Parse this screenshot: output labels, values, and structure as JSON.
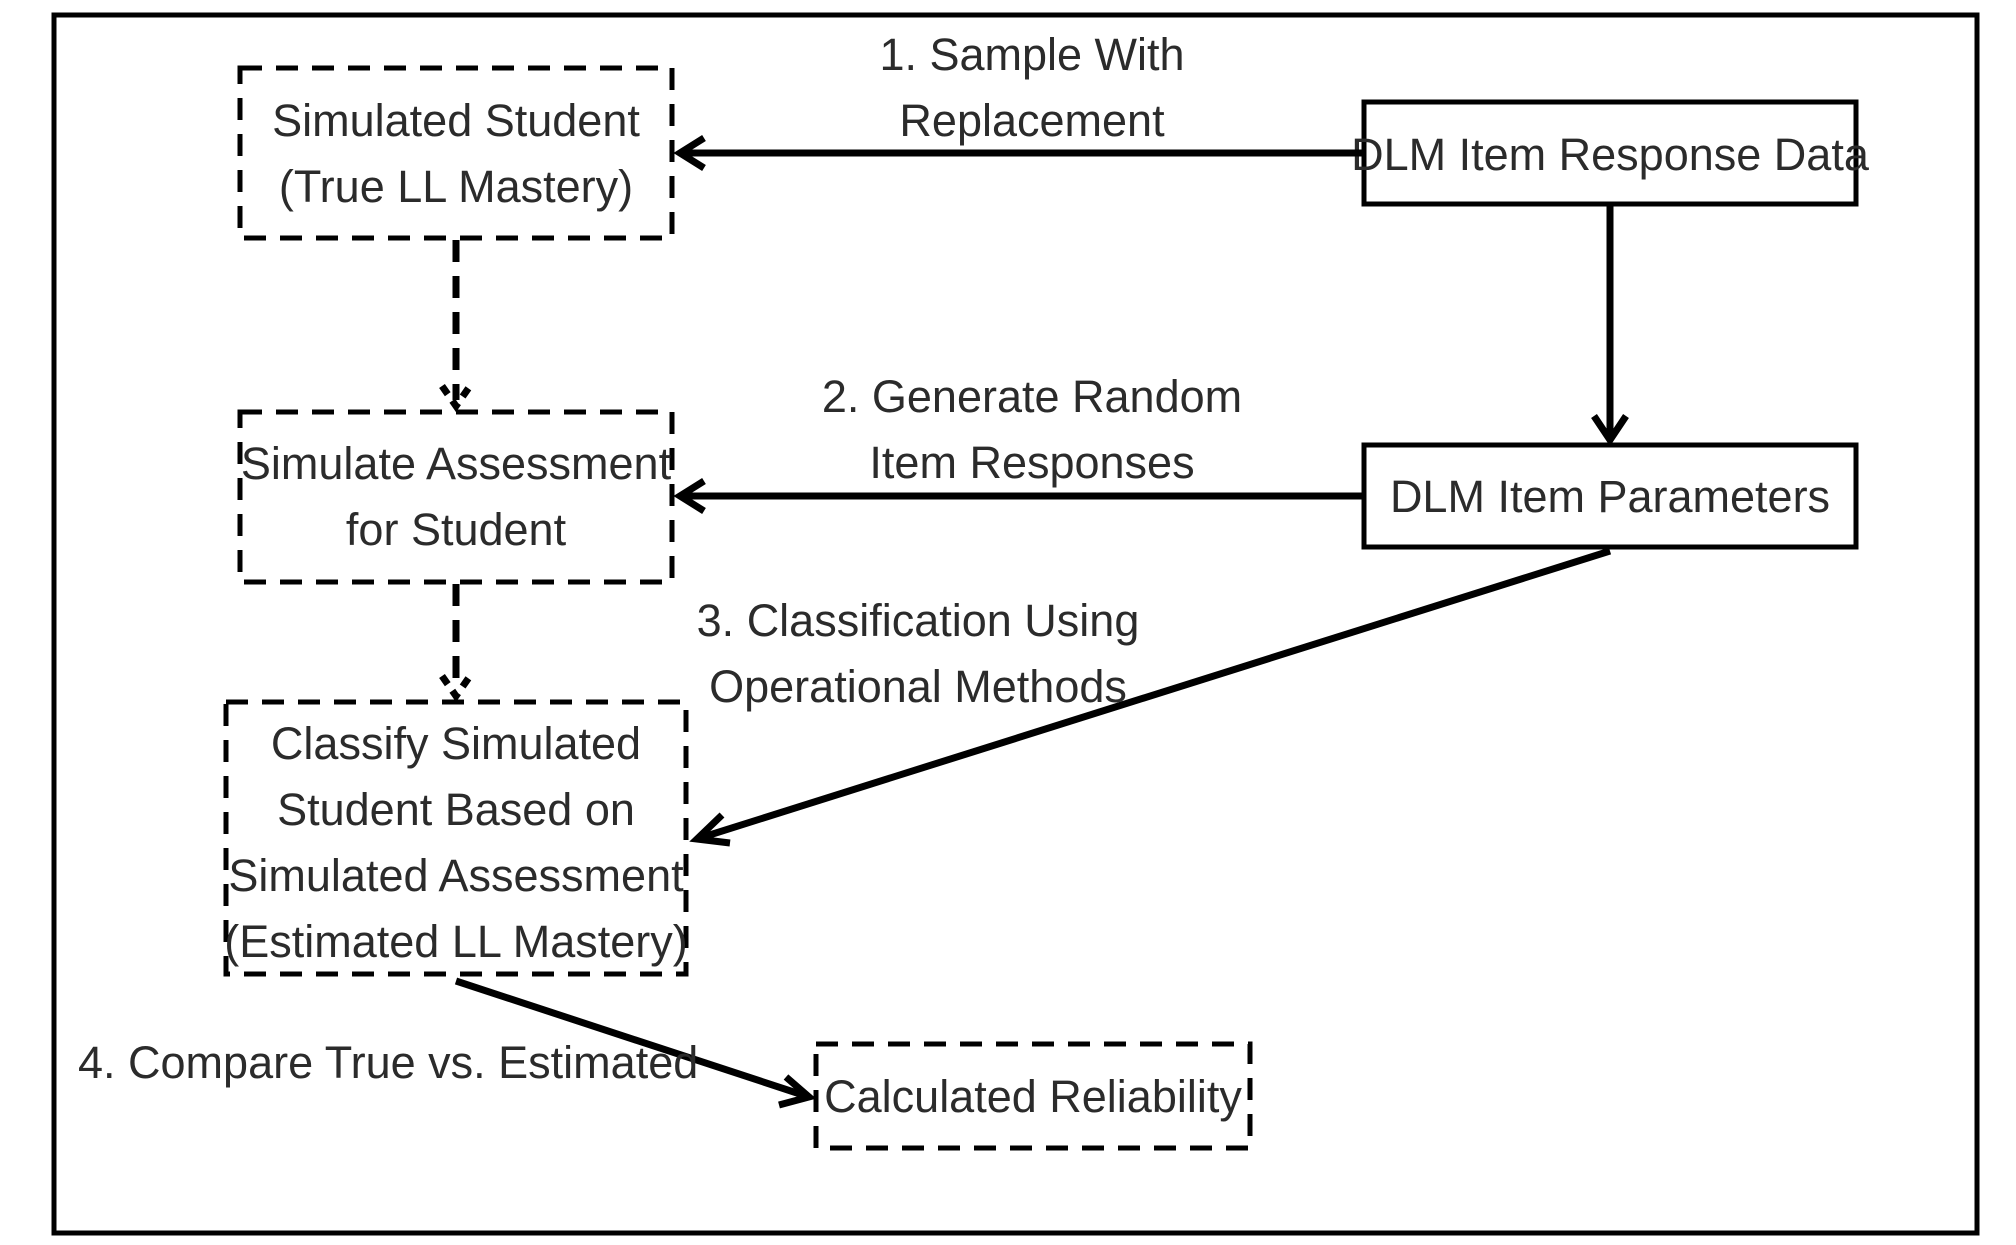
{
  "nodes": {
    "response_data": {
      "lines": [
        "DLM Item Response Data"
      ],
      "border": "solid"
    },
    "item_parameters": {
      "lines": [
        "DLM Item Parameters"
      ],
      "border": "solid"
    },
    "simulated_student": {
      "lines": [
        "Simulated Student",
        "(True LL Mastery)"
      ],
      "border": "dashed"
    },
    "simulate_assessment": {
      "lines": [
        "Simulate Assessment",
        "for Student"
      ],
      "border": "dashed"
    },
    "classify_student": {
      "lines": [
        "Classify Simulated",
        "Student Based on",
        "Simulated Assessment",
        "(Estimated LL Mastery)"
      ],
      "border": "dashed"
    },
    "reliability": {
      "lines": [
        "Calculated Reliability"
      ],
      "border": "dashed"
    }
  },
  "edges": {
    "step1": {
      "lines": [
        "1. Sample With",
        "Replacement"
      ],
      "from": "response_data",
      "to": "simulated_student"
    },
    "params": {
      "lines": [],
      "from": "response_data",
      "to": "item_parameters"
    },
    "step2": {
      "lines": [
        "2. Generate Random",
        "Item Responses"
      ],
      "from": "item_parameters",
      "to": "simulate_assessment"
    },
    "step3": {
      "lines": [
        "3. Classification Using",
        "Operational Methods"
      ],
      "from": "item_parameters",
      "to": "classify_student"
    },
    "step4": {
      "lines": [
        "4. Compare True vs. Estimated"
      ],
      "from": "classify_student",
      "to": "reliability"
    },
    "flow1": {
      "lines": [],
      "from": "simulated_student",
      "to": "simulate_assessment",
      "style": "dashed"
    },
    "flow2": {
      "lines": [],
      "from": "simulate_assessment",
      "to": "classify_student",
      "style": "dashed"
    }
  },
  "colors": {
    "stroke": "#000000",
    "text": "#2b2b2b",
    "background": "#ffffff"
  }
}
